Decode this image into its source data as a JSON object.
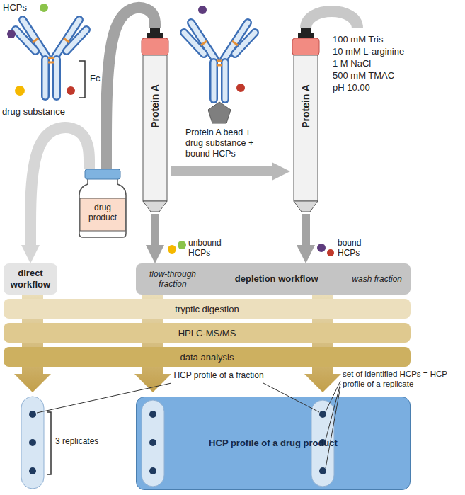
{
  "diagram": {
    "nodes": [
      {
        "text": [
          "drug product"
        ]
      },
      {
        "text": [
          "Protein A"
        ]
      },
      {
        "text": [
          "Protein A"
        ]
      },
      {
        "text": [
          "direct workflow"
        ]
      },
      {
        "text": [
          "flow-through fraction",
          "depletion workflow",
          "wash fraction"
        ]
      },
      {
        "text": [
          "tryptic digestion"
        ]
      },
      {
        "text": [
          "HPLC-MS/MS"
        ]
      },
      {
        "text": [
          "data analysis"
        ]
      },
      {
        "text": [
          "HCP profile of a drug product"
        ]
      }
    ],
    "edges": [
      {
        "from": 0,
        "to": 3,
        "arrow": "to"
      },
      {
        "from": 0,
        "to": 1,
        "arrow": "none"
      },
      {
        "from": 1,
        "to": 2,
        "arrow": "to"
      },
      {
        "from": 1,
        "to": 4,
        "arrow": "to"
      },
      {
        "from": 2,
        "to": 4,
        "arrow": "to"
      }
    ],
    "labels": [
      "HCPs",
      "drug substance",
      "Fc",
      "Protein A bead + drug substance + bound HCPs",
      "100 mM Tris",
      "10 mM L-arginine",
      "1 M NaCl",
      "500 mM TMAC",
      "pH 10.00",
      "unbound HCPs",
      "bound HCPs",
      "HCP profile of a fraction",
      "set of identified HCPs = HCP profile of a replicate",
      "3 replicates"
    ]
  }
}
